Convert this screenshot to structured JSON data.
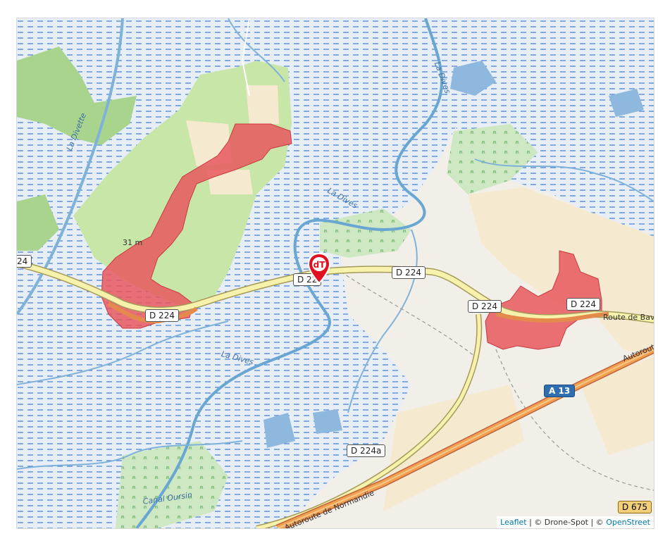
{
  "map": {
    "roads": {
      "d224_left_edge": "24",
      "d224_a": "D 224",
      "d224_b": "D 22",
      "d224_c": "D 224",
      "d224_d": "D 224",
      "d224_e": "D 224",
      "d224a": "D 224a",
      "a13": "A 13",
      "d675": "D 675"
    },
    "labels": {
      "elevation": "31 m",
      "route_de_bav": "Route de Bav",
      "autoroute_right": "Autorout",
      "autoroute_normandie": "Autoroute de Normandie"
    },
    "water_labels": {
      "la_divette": "La Divette",
      "la_dives_top": "La Dives",
      "la_dives_mid": "La Dives",
      "la_dives_low": "La Dives",
      "canal_oursin": "Canal Oursin"
    },
    "marker": {
      "icon": "map-marker-icon",
      "text": "dT",
      "color": "#e0101f"
    },
    "colors": {
      "land": "#f2efe9",
      "marsh": "#e4ecf6",
      "water": "#7fb2d8",
      "forest": "#c8e6a8",
      "farmland": "#f5ead0",
      "restricted": "#e8585e",
      "road_primary": "#f5f0a8",
      "motorway": "#e98b48"
    }
  },
  "attribution": {
    "leaflet": "Leaflet",
    "sep1": " | © Drone-Spot | © ",
    "osm": "OpenStreet"
  }
}
